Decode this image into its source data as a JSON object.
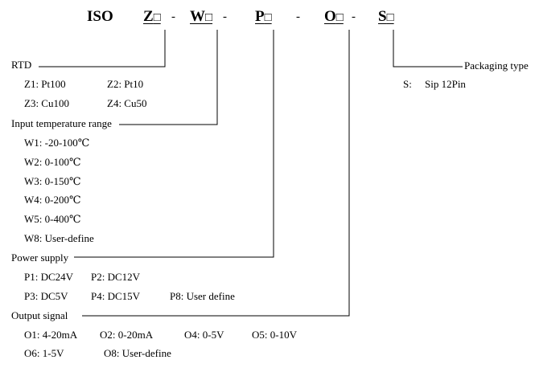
{
  "header": {
    "prefix": "ISO",
    "codes": [
      {
        "letter": "Z",
        "box": "□",
        "dash": "-"
      },
      {
        "letter": "W",
        "box": "□",
        "dash": "-"
      },
      {
        "letter": "P",
        "box": "□",
        "dash": "-"
      },
      {
        "letter": "O",
        "box": "□",
        "dash": "-"
      },
      {
        "letter": "S",
        "box": "□"
      }
    ]
  },
  "rtd": {
    "title": "RTD",
    "items": [
      "Z1: Pt100",
      "Z2: Pt10",
      "Z3: Cu100",
      "Z4: Cu50"
    ]
  },
  "input_range": {
    "title": "Input temperature range",
    "items": [
      "W1: -20-100℃",
      "W2: 0-100℃",
      "W3: 0-150℃",
      "W4: 0-200℃",
      "W5: 0-400℃",
      "W8: User-define"
    ]
  },
  "power": {
    "title": "Power supply",
    "items": [
      "P1: DC24V",
      "P2: DC12V",
      "P3: DC5V",
      "P4: DC15V",
      "P8: User define"
    ]
  },
  "output": {
    "title": "Output signal",
    "items": [
      "O1: 4-20mA",
      "O2: 0-20mA",
      "O4: 0-5V",
      "O5: 0-10V",
      "O6: 1-5V",
      "O8: User-define"
    ]
  },
  "packaging": {
    "title": "Packaging type",
    "item_code": "S:",
    "item_value": "Sip 12Pin"
  }
}
